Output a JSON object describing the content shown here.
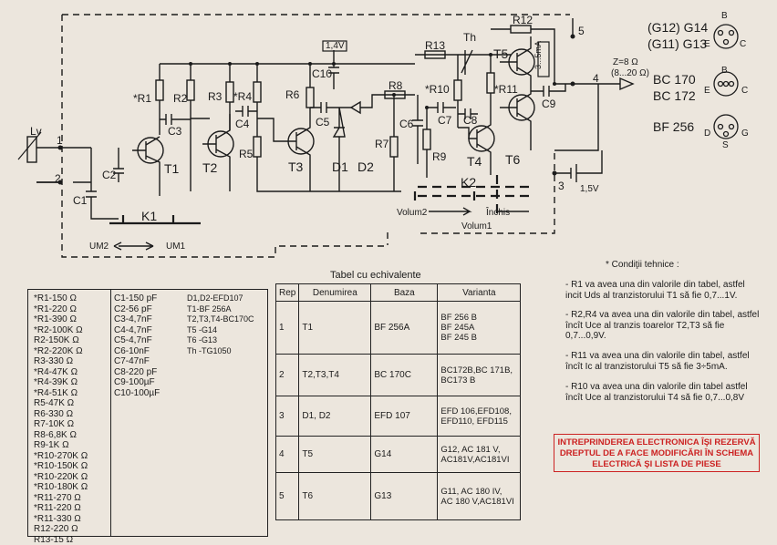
{
  "schematic": {
    "labels": {
      "lv": "Lv",
      "n1": "1",
      "n2": "2",
      "n3": "3",
      "n4": "4",
      "n5": "5",
      "c1": "C1",
      "c2": "C2",
      "c3": "C3",
      "c4": "C4",
      "c5": "C5",
      "c6": "C6",
      "c7": "C7",
      "c8": "C8",
      "c9": "C9",
      "c10": "C10",
      "r1": "*R1",
      "r2": "R2",
      "r3": "R3",
      "r4": "*R4",
      "r5": "R5",
      "r6": "R6",
      "r7": "R7",
      "r8": "R8",
      "r9": "R9",
      "r10": "*R10",
      "r11": "*R11",
      "r12": "R12",
      "r13": "R13",
      "t1": "T1",
      "t2": "T2",
      "t3": "T3",
      "t4": "T4",
      "t5": "T5",
      "t6": "T6",
      "d1": "D1",
      "d2": "D2",
      "th": "Th",
      "k1": "K1",
      "k2": "K2",
      "um1": "UM1",
      "um2": "UM2",
      "volum2": "Volum2",
      "volum1": "Volum1",
      "inchis": "Închis",
      "v14": "1,4V",
      "v15": "1,5V",
      "current": "3...5mA",
      "z": "Z=8 Ω",
      "zrange": "(8...20 Ω)"
    },
    "pinouts": {
      "g12g14": "(G12) G14",
      "g11g13": "(G11) G13",
      "bc170": "BC 170",
      "bc172": "BC 172",
      "bf256": "BF 256",
      "pin_b": "B",
      "pin_e": "E",
      "pin_c": "C",
      "pin_d": "D",
      "pin_s": "S",
      "pin_g": "G"
    }
  },
  "parts": {
    "resistors": [
      "*R1-150 Ω",
      "*R1-220 Ω",
      "*R1-390 Ω",
      "*R2-100K Ω",
      "R2-150K Ω",
      "*R2-220K Ω",
      "R3-330 Ω",
      "*R4-47K Ω",
      "*R4-39K Ω",
      "*R4-51K Ω",
      "R5-47K Ω",
      "R6-330 Ω",
      "R7-10K Ω",
      "R8-6,8K Ω",
      "R9-1K Ω",
      "*R10-270K Ω",
      "*R10-150K Ω",
      "*R10-220K Ω",
      "*R10-180K Ω",
      "*R11-270 Ω",
      "*R11-220 Ω",
      "*R11-330 Ω",
      "R12-220 Ω",
      "R13-15 Ω"
    ],
    "capacitors": [
      "C1-150 pF",
      "C2-56 pF",
      "C3-4,7nF",
      "C4-4,7nF",
      "C5-4,7nF",
      "C6-10nF",
      "C7-47nF",
      "C8-220 pF",
      "C9-100µF",
      "C10-100µF"
    ],
    "semis": [
      "D1,D2-EFD107",
      "T1-BF 256A",
      "T2,T3,T4-BC170C",
      "T5 -G14",
      "T6 -G13",
      "Th -TG1050"
    ]
  },
  "equivalents": {
    "title": "Tabel cu echivalente",
    "headers": [
      "Rep",
      "Denumirea",
      "Baza",
      "Varianta"
    ],
    "rows": [
      {
        "rep": "1",
        "name": "T1",
        "base": "BF 256A",
        "variants": [
          "BF 256 B",
          "BF 245A",
          "BF 245 B"
        ]
      },
      {
        "rep": "2",
        "name": "T2,T3,T4",
        "base": "BC 170C",
        "variants": [
          "BC172B,BC 171B,",
          "BC173 B"
        ]
      },
      {
        "rep": "3",
        "name": "D1, D2",
        "base": "EFD 107",
        "variants": [
          "EFD 106,EFD108,",
          "EFD110, EFD115"
        ]
      },
      {
        "rep": "4",
        "name": "T5",
        "base": "G14",
        "variants": [
          "G12, AC 181 V,",
          "AC181V,AC181VI"
        ]
      },
      {
        "rep": "5",
        "name": "T6",
        "base": "G13",
        "variants": [
          "G11, AC 180 IV,",
          "AC 180 V,AC181VI"
        ]
      }
    ]
  },
  "conditions": {
    "title": "* Condiţii tehnice :",
    "items": [
      "- R1 va avea una din valorile din tabel, astfel incit Uds al tranzistorului T1 să fie 0,7...1V.",
      "- R2,R4 va avea una din valorile din tabel, astfel încît Uce al tranzis toarelor T2,T3 să fie 0,7...0,9V.",
      "- R11 va avea una din valorile din tabel, astfel încît Ic al tranzistorului T5 să fie 3÷5mA.",
      "- R10 va avea una din valorile din tabel astfel încît Uce al tranzistorului T4 să fie 0,7...0,8V"
    ]
  },
  "notice": "INTREPRINDEREA ELECTRONICA ÎŞI REZERVĂ DREPTUL DE A FACE MODIFICĂRI ÎN SCHEMA ELECTRICĂ ŞI LISTA DE PIESE",
  "colors": {
    "paper": "#ece6dd",
    "ink": "#1b1b1b",
    "notice": "#cc2222"
  }
}
